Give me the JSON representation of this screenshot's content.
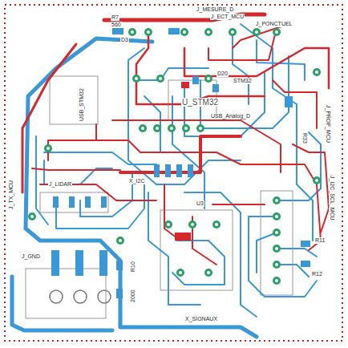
{
  "diagram": {
    "labels": [
      "R7",
      "560",
      "J_MESURE_D",
      "J_ECT_MCU",
      "J_PONCTUEL",
      "D3",
      "USB_STM32",
      "D20",
      "STM32",
      "U_STM32",
      "USB_Analog_D",
      "J_PROP_MCU",
      "R33",
      "J_I2C_SCL_MCU",
      "R11",
      "J_TX_MCU",
      "J_LIDAR",
      "X_I2C",
      "J_GND",
      "R10",
      "2000",
      "X_SIGNAUX",
      "U3",
      "R12"
    ]
  }
}
